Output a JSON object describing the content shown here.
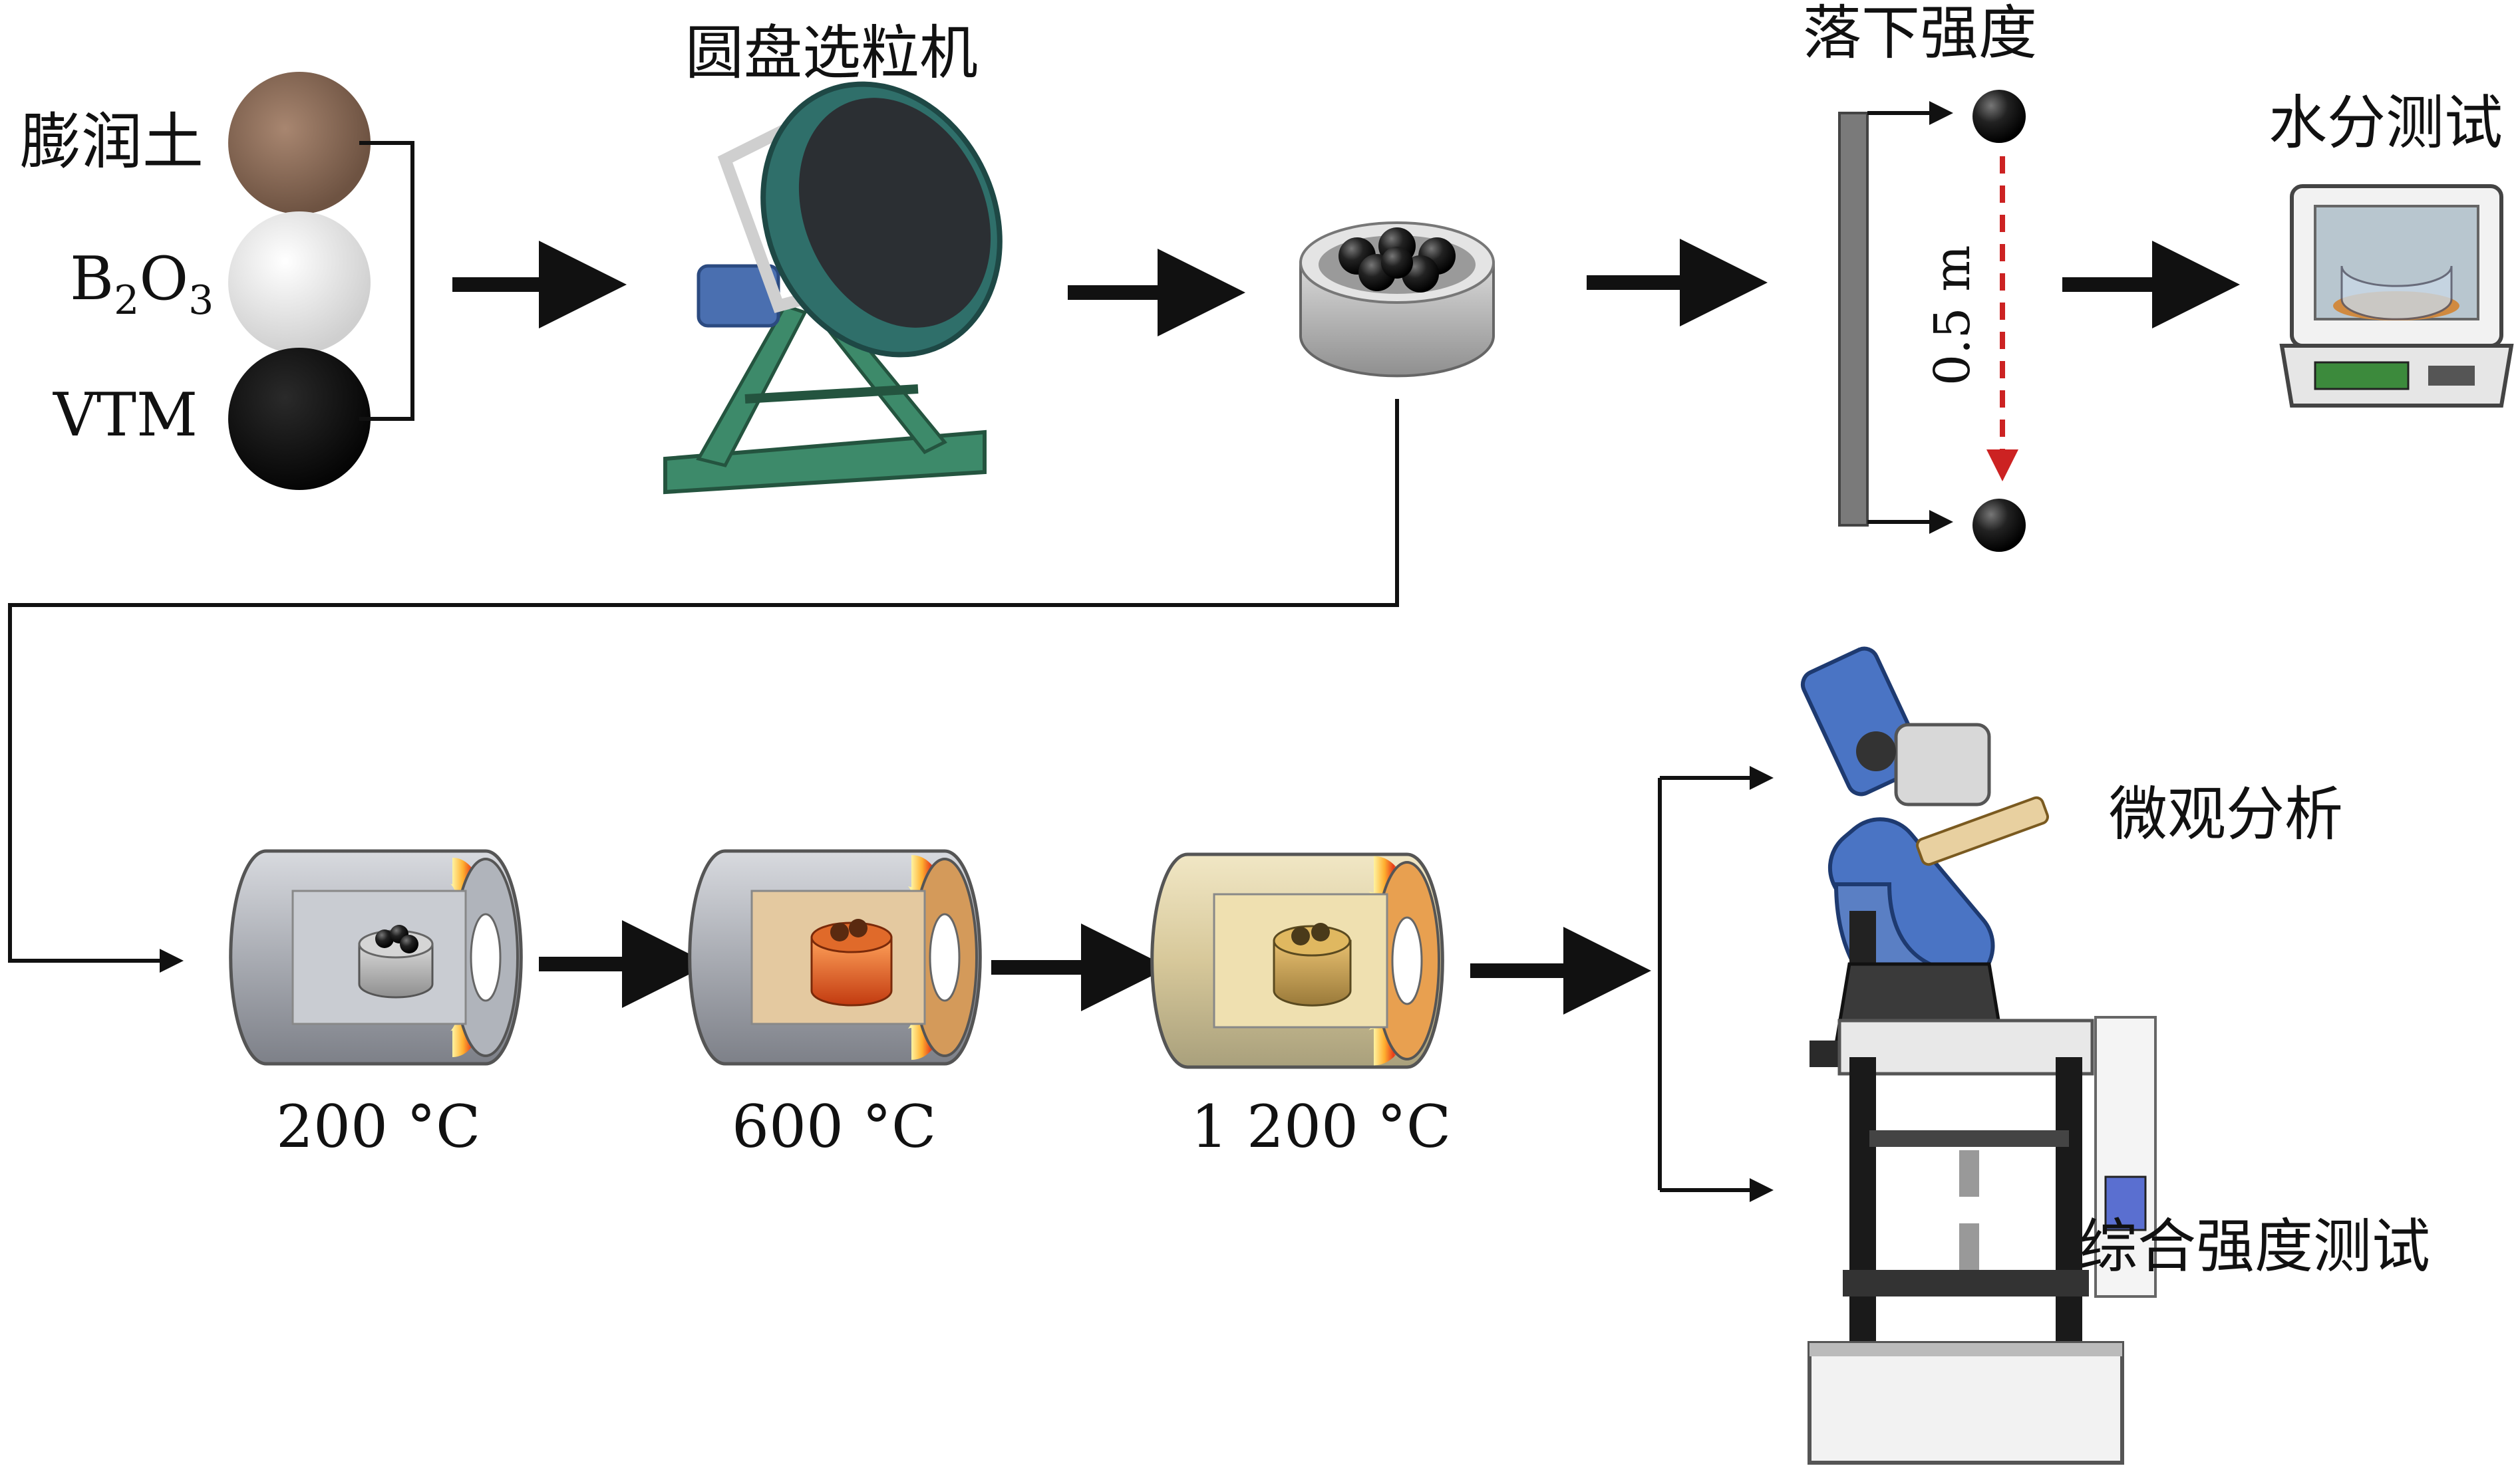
{
  "labels": {
    "bentonite": "膨润土",
    "b2o3_main": "B",
    "b2o3_sub1": "2",
    "b2o3_mid": "O",
    "b2o3_sub2": "3",
    "vtm": "VTM",
    "disc_pelletizer": "圆盘选粒机",
    "drop_strength": "落下强度",
    "drop_height": "0.5 m",
    "moisture_test": "水分测试",
    "temp_200": "200 °C",
    "temp_600": "600 °C",
    "temp_1200": "1 200 °C",
    "micro_analysis": "微观分析",
    "comprehensive_strength": "综合强度测试"
  },
  "colors": {
    "arrow": "#111111",
    "drop_arrow": "#cc2222",
    "pellet": "#1a1a1a",
    "bentonite": "#8a6a52",
    "b2o3": "#e9e9e9",
    "pelletizer_frame": "#3d8a6a",
    "pelletizer_pan": "#2f6f6a",
    "furnace_body": "#b9bcc2",
    "microscope": "#5a7fc4"
  }
}
